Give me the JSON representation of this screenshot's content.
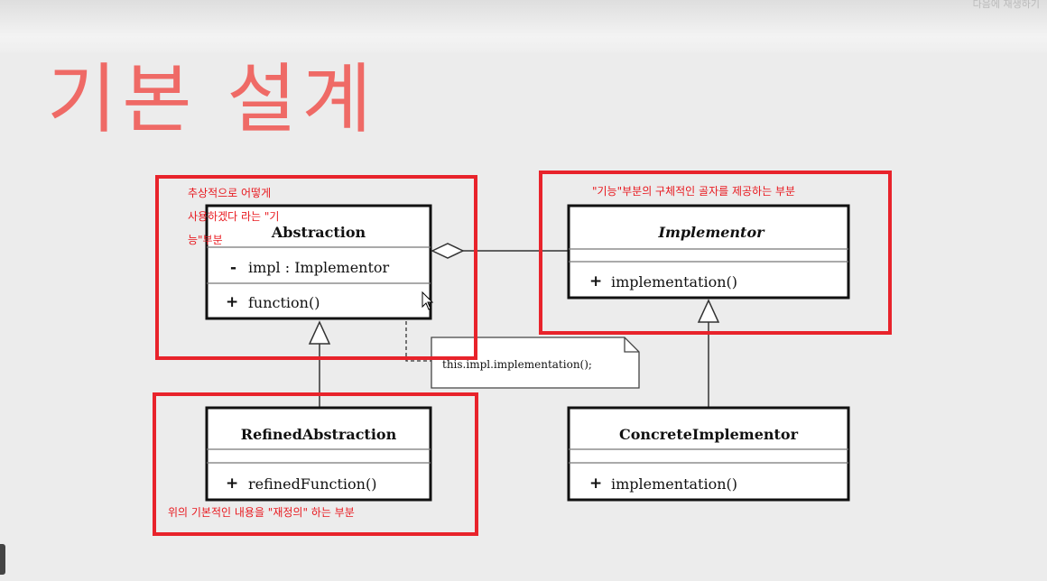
{
  "top_caption": "다음에 재생하기",
  "slide": {
    "title": "기본 설계"
  },
  "classes": {
    "abstraction": {
      "name": "Abstraction",
      "field_visibility": "-",
      "field": "impl : Implementor",
      "method_visibility": "+",
      "method": "function()"
    },
    "implementor": {
      "name": "Implementor",
      "method_visibility": "+",
      "method": "implementation()"
    },
    "refined_abstraction": {
      "name": "RefinedAbstraction",
      "method_visibility": "+",
      "method": "refinedFunction()"
    },
    "concrete_implementor": {
      "name": "ConcreteImplementor",
      "method_visibility": "+",
      "method": "implementation()"
    }
  },
  "note": {
    "text": "this.impl.implementation();"
  },
  "annotations": {
    "abstraction_lines": [
      "추상적으로 어떻게",
      "사용하겠다 라는 \"기",
      "능\"부분"
    ],
    "implementor": "\"기능\"부분의 구체적인 골자를 제공하는 부분",
    "refined": "위의 기본적인 내용을 \"재정의\" 하는 부분"
  },
  "colors": {
    "title": "#ef6a66",
    "highlight": "#e8232b",
    "annotation": "#e8191f"
  }
}
